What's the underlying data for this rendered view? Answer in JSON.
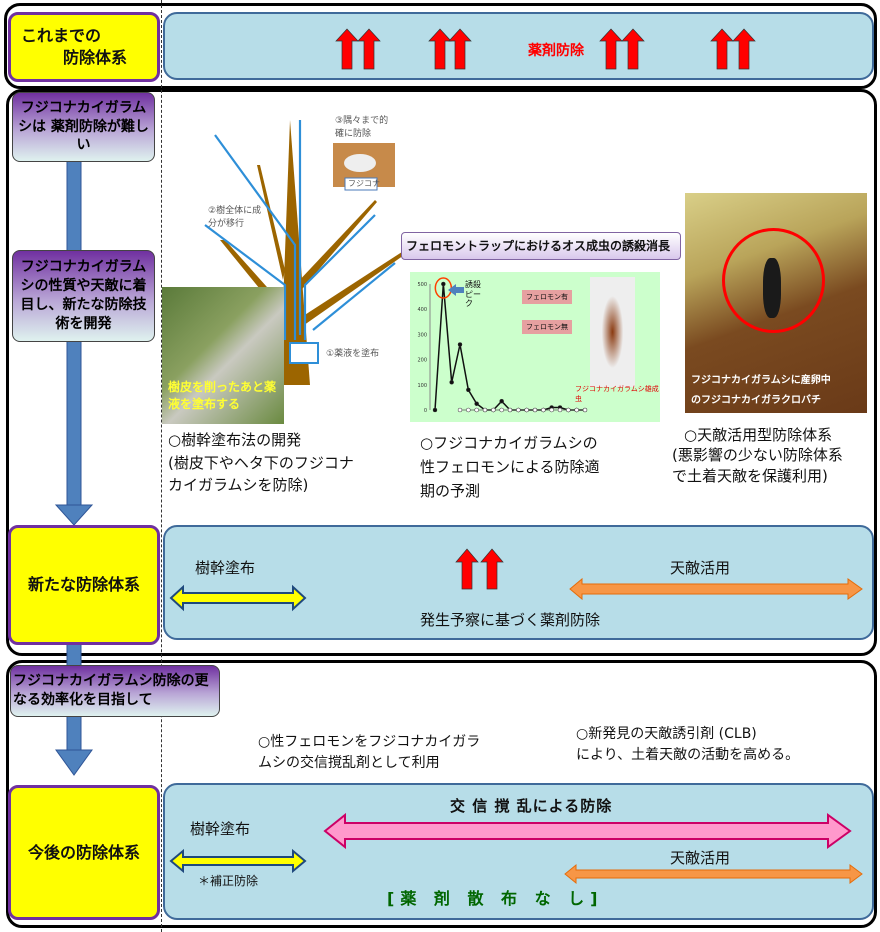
{
  "past": {
    "label_line1": "これまでの",
    "label_line2": "防除体系",
    "bar_text": "薬剤防除"
  },
  "steps": [
    {
      "text": "フジコナカイガラムシは 薬剤防除が難しい"
    },
    {
      "text": "フジコナカイガラムシの性質や天敵に着目し、新たな防除技術を開発"
    },
    {
      "text": "フジコナカイガラムシ防除の更なる効率化を目指して"
    }
  ],
  "tree_figure": {
    "note1": "①薬液を塗布",
    "note2": "②樹全体に成分が移行",
    "note3": "③隅々まで的確に防除",
    "insect_label": "フジコナ",
    "photo_caption": "樹皮を削ったあと薬液を塗布する"
  },
  "pheromone_figure": {
    "title": "フェロモントラップにおけるオス成虫の誘殺消長",
    "peak_label": "誘殺ピーク",
    "legend": [
      "フェロモン有",
      "フェロモン無"
    ],
    "photo_caption": "フジコナカイガラムシ雄成虫"
  },
  "chart_data": {
    "type": "line",
    "title": "フェロモントラップにおけるオス成虫の誘殺消長",
    "ylim": [
      0,
      500
    ],
    "yticks": [
      0,
      100,
      200,
      300,
      400,
      500
    ],
    "series": [
      {
        "name": "フェロモン有",
        "values": [
          0,
          500,
          110,
          260,
          80,
          25,
          0,
          0,
          35,
          0,
          0,
          0,
          0,
          0,
          10,
          10,
          0,
          0,
          0
        ]
      },
      {
        "name": "フェロモン無",
        "values": [
          null,
          null,
          null,
          0,
          0,
          0,
          0,
          0,
          0,
          0,
          0,
          0,
          0,
          0,
          0,
          0,
          0,
          0,
          0
        ]
      }
    ],
    "annotations": [
      "誘殺ピーク"
    ]
  },
  "enemy_figure": {
    "caption_line1": "フジコナカイガラムシに産卵中",
    "caption_line2": "のフジコナカイガラクロバチ"
  },
  "captions": {
    "tree": [
      "○樹幹塗布法の開発",
      "(樹皮下やヘタ下のフジコナ",
      "カイガラムシを防除)"
    ],
    "pheromone": [
      "○フジコナカイガラムシの",
      "性フェロモンによる防除適",
      "期の予測"
    ],
    "enemy": [
      "○天敵活用型防除体系",
      "(悪影響の少ない防除体系",
      "で土着天敵を保護利用)"
    ]
  },
  "new_system": {
    "label": "新たな防除体系",
    "trunk": "樹幹塗布",
    "enemy": "天敵活用",
    "spray": "発生予察に基づく薬剤防除"
  },
  "future_notes": {
    "pheromone": [
      "○性フェロモンをフジコナカイガラ",
      "ムシの交信撹乱剤として利用"
    ],
    "clb": [
      "○新発見の天敵誘引剤 (CLB)",
      "により、土着天敵の活動を高める。"
    ]
  },
  "future_system": {
    "label": "今後の防除体系",
    "trunk": "樹幹塗布",
    "trunk_note": "＊補正防除",
    "disruption": "交 信 撹 乱による防除",
    "enemy": "天敵活用",
    "no_spray": "[薬 剤 散 布 な し]"
  },
  "colors": {
    "yellow": "#ffff00",
    "blue_bar": "#b7dde8",
    "red_arrow": "#ff0000",
    "pink": "#ff99cc",
    "orange": "#f79646",
    "green_text": "#006600"
  }
}
